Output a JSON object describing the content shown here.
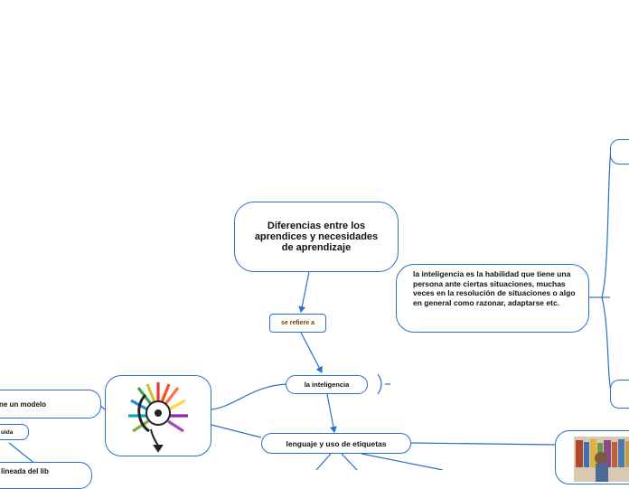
{
  "map": {
    "central_topic": "Diferencias entre los aprendices y necesidades de aprendizaje",
    "link_label": "se refiere a",
    "node_inteligencia": "la inteligencia",
    "node_lenguaje": "lenguaje y uso de etiquetas",
    "definition": "la inteligencia es la habilidad que tiene una persona ante ciertas situaciones, muchas veces en la resolución de  situaciones o algo en general como razonar, adaptarse etc.",
    "left_node_1": "ne un modelo",
    "left_node_2": "uida",
    "left_node_3": "lineada del lib"
  },
  "colors": {
    "connector": "#2a6fc9",
    "node_border": "#2a6fc9",
    "link_label_text": "#7a3b00"
  },
  "icons": [
    "head-profile-icon",
    "photo-thumbnail-icon"
  ]
}
